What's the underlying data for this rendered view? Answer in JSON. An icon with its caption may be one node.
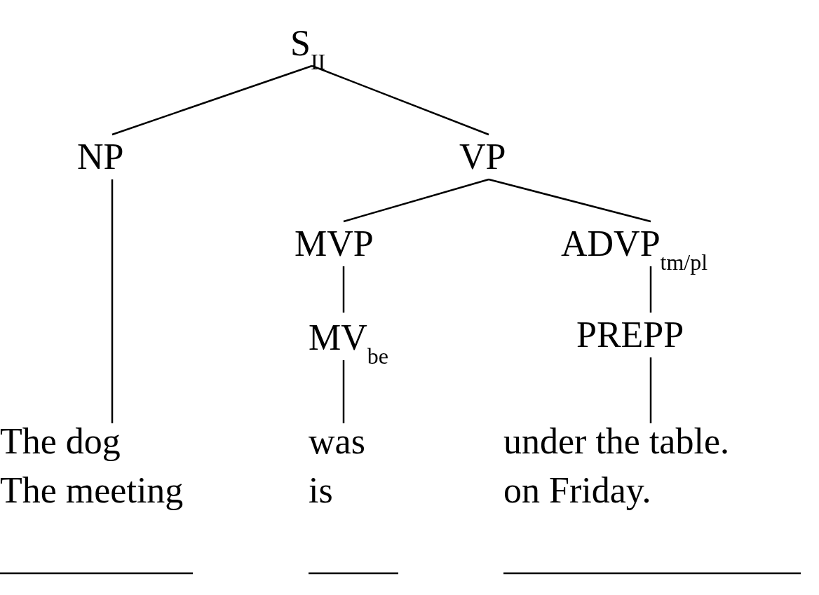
{
  "diagram": {
    "nodes": [
      {
        "text": [
          "S$_{II}$"
        ]
      },
      {
        "text": [
          "NP"
        ]
      },
      {
        "text": [
          "VP"
        ]
      },
      {
        "text": [
          "MVP"
        ]
      },
      {
        "text": [
          "ADVP$_{tm/pl}$"
        ]
      },
      {
        "text": [
          "MV$_{be}$"
        ]
      },
      {
        "text": [
          "PREPP"
        ]
      },
      {
        "text": [
          "The dog",
          "The meeting"
        ]
      },
      {
        "text": [
          "was",
          "is"
        ]
      },
      {
        "text": [
          "under the table.",
          "on Friday."
        ]
      }
    ],
    "edges": [
      {
        "from": 0,
        "to": 1,
        "arrow": "none"
      },
      {
        "from": 0,
        "to": 2,
        "arrow": "none"
      },
      {
        "from": 1,
        "to": 7,
        "arrow": "none"
      },
      {
        "from": 2,
        "to": 3,
        "arrow": "none"
      },
      {
        "from": 2,
        "to": 4,
        "arrow": "none"
      },
      {
        "from": 3,
        "to": 5,
        "arrow": "none"
      },
      {
        "from": 4,
        "to": 6,
        "arrow": "none"
      },
      {
        "from": 5,
        "to": 8,
        "arrow": "none"
      },
      {
        "from": 6,
        "to": 9,
        "arrow": "none"
      }
    ]
  }
}
